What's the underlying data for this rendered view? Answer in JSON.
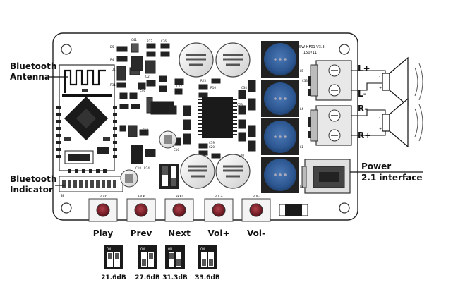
{
  "board": {
    "model": "SW-HF01 V3.3",
    "date": "150711"
  },
  "callouts": {
    "bluetooth_antenna": [
      "Bluetooth",
      "Antenna"
    ],
    "bluetooth_indicator": [
      "Bluetooth",
      "Indicator"
    ],
    "power": [
      "Power",
      "2.1 interface"
    ]
  },
  "terminals": {
    "l_plus": "L+",
    "l_minus": "L-",
    "r_minus": "R-",
    "r_plus": "R+"
  },
  "buttons": [
    {
      "silk": "PLAY",
      "label": "Play"
    },
    {
      "silk": "BACK",
      "label": "Prev"
    },
    {
      "silk": "NEXT",
      "label": "Next"
    },
    {
      "silk": "VOL+",
      "label": "Vol+"
    },
    {
      "silk": "VOL-",
      "label": "Vol-"
    }
  ],
  "gain_switches": [
    {
      "on": "ON",
      "label": "21.6dB"
    },
    {
      "on": "ON",
      "label": "27.6dB"
    },
    {
      "on": "ON",
      "label": "31.3dB"
    },
    {
      "on": "ON",
      "label": "33.6dB"
    }
  ],
  "speaker_signs": {
    "minus": "-",
    "plus": "+"
  },
  "components": {
    "d5": "D5",
    "c41": "C41",
    "r22": "R22",
    "c36": "C36",
    "r4": "R4",
    "r31": "R31",
    "q1": "Q1",
    "q2": "Q2",
    "r25": "R25",
    "r16": "R16",
    "c46": "C46",
    "r27": "R27",
    "c22": "C22",
    "c23": "C23",
    "c34": "C34",
    "c33": "C33",
    "c20": "C20",
    "c19": "C19",
    "c40": "C40",
    "c18": "C18",
    "c17": "C17",
    "c16": "C16",
    "r24": "R24",
    "l1": "L1",
    "l2": "L2",
    "l4": "L4",
    "l5": "L5",
    "s8": "S8"
  }
}
